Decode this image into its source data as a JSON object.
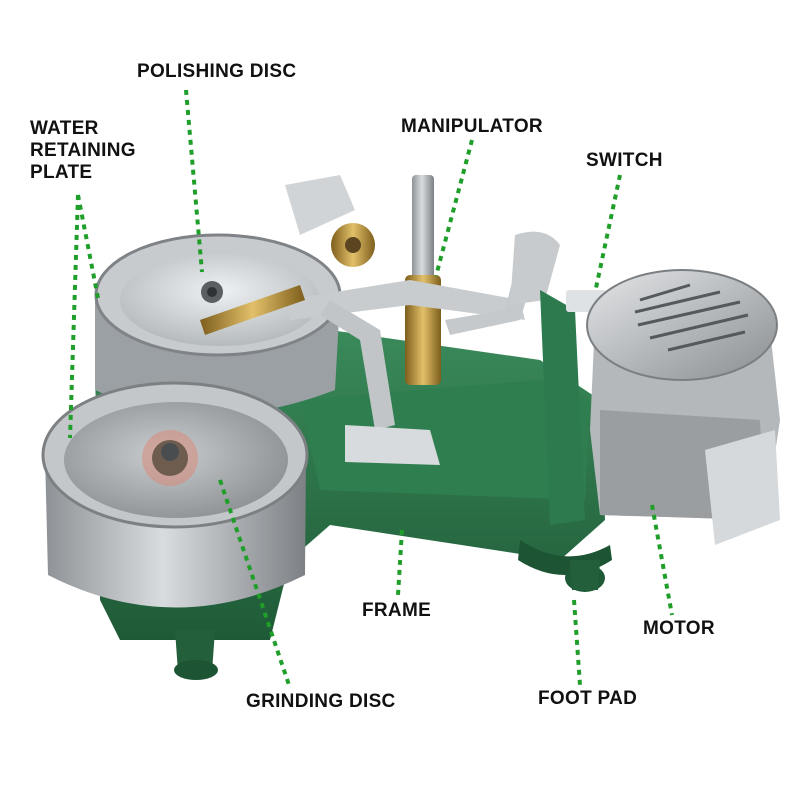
{
  "labels": {
    "polishing_disc": "POLISHING DISC",
    "water_retaining_plate": "WATER\nRETAINING\nPLATE",
    "manipulator": "MANIPULATOR",
    "switch": "SWITCH",
    "frame": "FRAME",
    "motor": "MOTOR",
    "grinding_disc": "GRINDING DISC",
    "foot_pad": "FOOT PAD"
  },
  "colors": {
    "leader_line": "#1f9e2a",
    "machine_green": "#2e7a4d",
    "machine_green_dark": "#1f5a37",
    "metal": "#b9bcc0",
    "disc_grey": "#a7abad",
    "brass": "#b8902f"
  }
}
